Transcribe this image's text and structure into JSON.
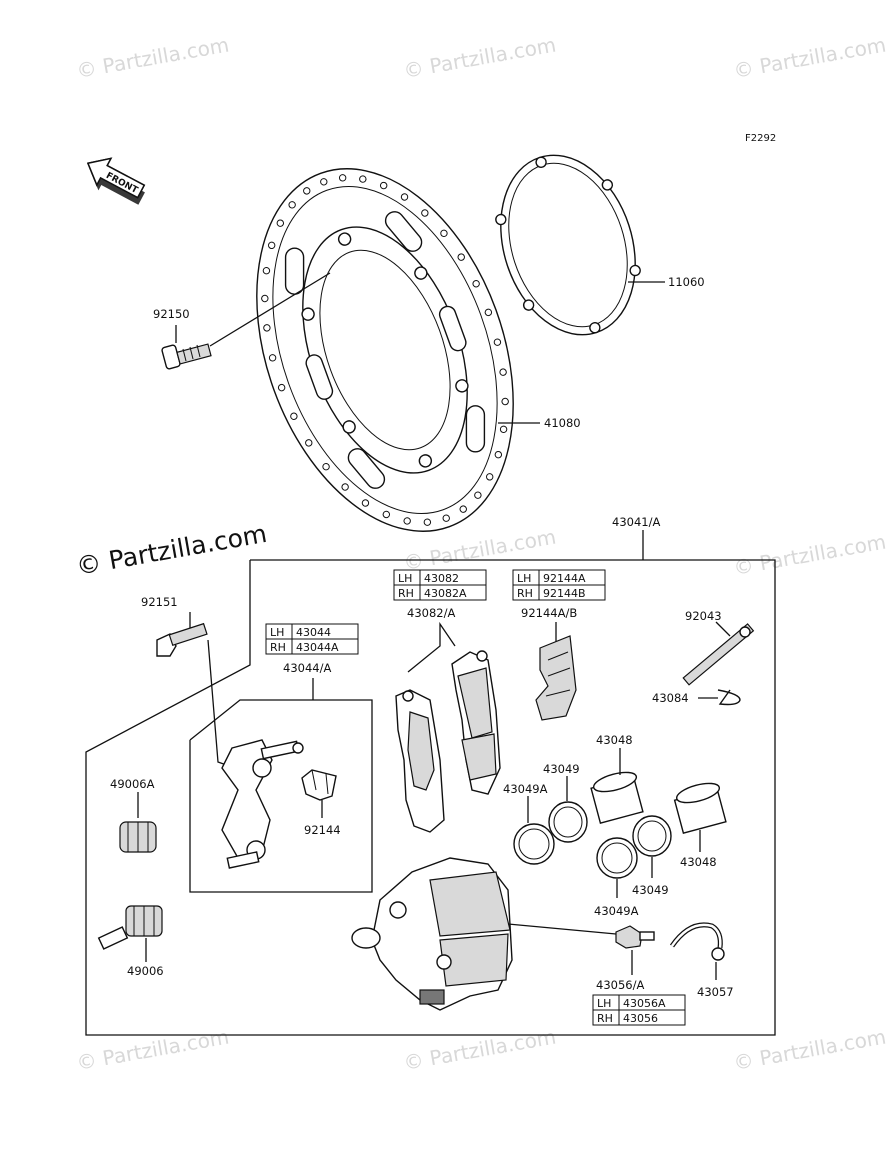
{
  "diagram_code": "F2292",
  "front_arrow": "FRONT",
  "watermarks": [
    "© Partzilla.com",
    "© Partzilla.com",
    "© Partzilla.com",
    "© Partzilla.com",
    "© Partzilla.com",
    "© Partzilla.com",
    "© Partzilla.com",
    "© Partzilla.com",
    "© Partzilla.com"
  ],
  "watermark_main": "© Partzilla.com",
  "labels": {
    "p92150": "92150",
    "p11060": "11060",
    "p41080": "41080",
    "p43041": "43041/A",
    "p92151": "92151",
    "p43044": "43044/A",
    "p43082": "43082/A",
    "p92144ab": "92144A/B",
    "p92043": "92043",
    "p43084": "43084",
    "p43048a": "43048",
    "p43049a": "43049",
    "p43049A_a": "43049A",
    "p49006A": "49006A",
    "p92144": "92144",
    "p43048b": "43048",
    "p43049b": "43049",
    "p43049A_b": "43049A",
    "p49006": "49006",
    "p43056": "43056/A",
    "p43057": "43057"
  },
  "tables": {
    "t43044": [
      [
        "LH",
        "43044"
      ],
      [
        "RH",
        "43044A"
      ]
    ],
    "t43082": [
      [
        "LH",
        "43082"
      ],
      [
        "RH",
        "43082A"
      ]
    ],
    "t92144": [
      [
        "LH",
        "92144A"
      ],
      [
        "RH",
        "92144B"
      ]
    ],
    "t43056": [
      [
        "LH",
        "43056A"
      ],
      [
        "RH",
        "43056"
      ]
    ]
  }
}
